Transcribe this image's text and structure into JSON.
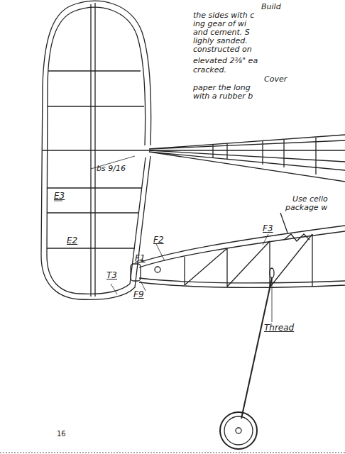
{
  "diagram": {
    "labels": [
      "Build",
      "the sides with c",
      "ing gear of wi",
      "and cement. S",
      "lighly sanded.",
      "constructed on",
      "elevated 2⅜\" ea",
      "cracked.",
      "Cover",
      "paper the long",
      "with a rubber b",
      "E3",
      "bs 9/16",
      "Use cello",
      "package w",
      "E2",
      "F1",
      "F2",
      "F3",
      "T3",
      "F9",
      "Thread",
      "16"
    ]
  }
}
